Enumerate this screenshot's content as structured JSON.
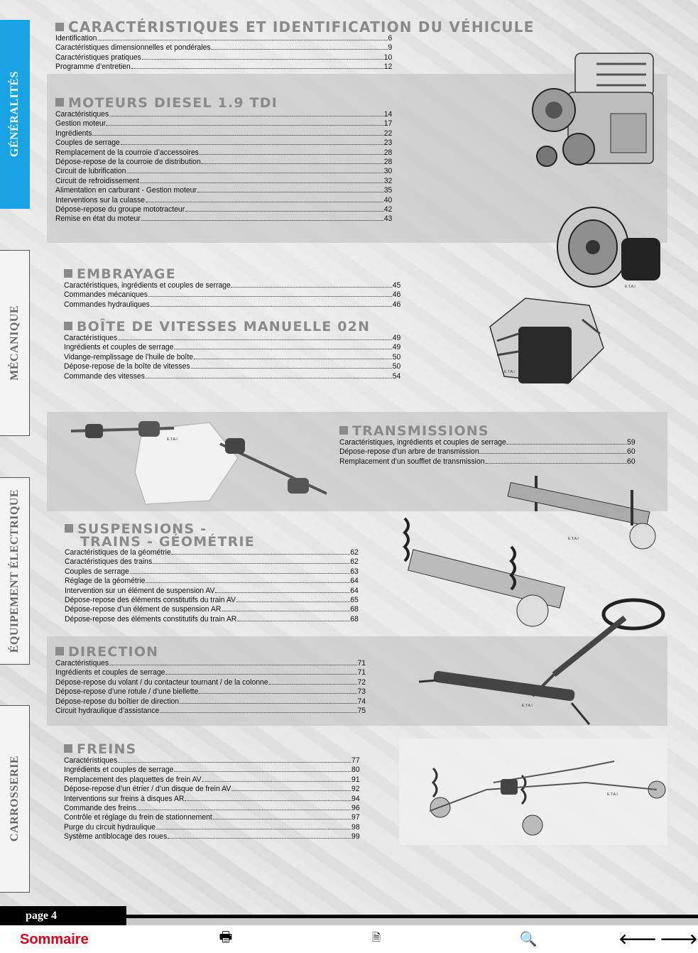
{
  "sidebar": {
    "tabs": [
      {
        "label": "GÉNÉRALITÉS",
        "active": true
      },
      {
        "label": "MÉCANIQUE",
        "active": false
      },
      {
        "label": "ÉQUIPEMENT ÉLECTRIQUE",
        "active": false
      },
      {
        "label": "CARROSSERIE",
        "active": false
      }
    ],
    "active_color": "#1aa3e4"
  },
  "sections": {
    "identification": {
      "title": "CARACTÉRISTIQUES ET IDENTIFICATION DU VÉHICULE",
      "items": [
        {
          "label": "Identification",
          "page": "6"
        },
        {
          "label": "Caractéristiques dimensionnelles et pondérales",
          "page": "9"
        },
        {
          "label": "Caractéristiques pratiques",
          "page": "10"
        },
        {
          "label": "Programme d’entretien",
          "page": "12"
        }
      ]
    },
    "moteurs": {
      "title": "MOTEURS DIESEL 1.9 TDI",
      "items": [
        {
          "label": "Caractéristiques",
          "page": "14"
        },
        {
          "label": "Gestion moteur",
          "page": "17"
        },
        {
          "label": "Ingrédients",
          "page": "22"
        },
        {
          "label": "Couples de serrage",
          "page": "23"
        },
        {
          "label": "Remplacement de la courroie d’accessoires",
          "page": "28"
        },
        {
          "label": "Dépose-repose de la courroie de distribution",
          "page": "28"
        },
        {
          "label": "Circuit de lubrification",
          "page": "30"
        },
        {
          "label": "Circuit de refroidissement",
          "page": "32"
        },
        {
          "label": "Alimentation en carburant - Gestion moteur",
          "page": "35"
        },
        {
          "label": "Interventions sur la culasse",
          "page": "40"
        },
        {
          "label": "Dépose-repose du groupe mototracteur",
          "page": "42"
        },
        {
          "label": "Remise en état du moteur",
          "page": "43"
        }
      ]
    },
    "embrayage": {
      "title": "EMBRAYAGE",
      "items": [
        {
          "label": "Caractéristiques, ingrédients et couples de serrage",
          "page": "45"
        },
        {
          "label": "Commandes mécaniques",
          "page": "46"
        },
        {
          "label": "Commandes hydrauliques",
          "page": "46"
        }
      ]
    },
    "boite": {
      "title": "BOÎTE DE VITESSES MANUELLE 02N",
      "items": [
        {
          "label": "Caractéristiques",
          "page": "49"
        },
        {
          "label": "Ingrédients et couples de serrage",
          "page": "49"
        },
        {
          "label": "Vidange-remplissage de l’huile de boîte",
          "page": "50"
        },
        {
          "label": "Dépose-repose de la boîte de vitesses",
          "page": "50"
        },
        {
          "label": "Commande des vitesses",
          "page": "54"
        }
      ]
    },
    "transmissions": {
      "title": "TRANSMISSIONS",
      "items": [
        {
          "label": "Caractéristiques, ingrédients et couples de serrage",
          "page": "59"
        },
        {
          "label": "Dépose-repose d’un arbre de transmission",
          "page": "60"
        },
        {
          "label": "Remplacement d’un soufflet de transmission",
          "page": "60"
        }
      ]
    },
    "suspensions": {
      "title_line1": "SUSPENSIONS -",
      "title_line2": "TRAINS - GÉOMÉTRIE",
      "items": [
        {
          "label": "Caractéristiques de la géométrie",
          "page": "62"
        },
        {
          "label": "Caractéristiques des trains",
          "page": "62"
        },
        {
          "label": "Couples de serrage",
          "page": "63"
        },
        {
          "label": "Réglage de la géométrie",
          "page": "64"
        },
        {
          "label": "Intervention sur un élément de suspension AV",
          "page": "64"
        },
        {
          "label": "Dépose-repose des éléments constitutifs du train AV",
          "page": "65"
        },
        {
          "label": "Dépose-repose d’un élément de suspension AR",
          "page": "68"
        },
        {
          "label": "Dépose-repose des éléments constitutifs du train AR",
          "page": "68"
        }
      ]
    },
    "direction": {
      "title": "DIRECTION",
      "items": [
        {
          "label": "Caractéristiques",
          "page": "71"
        },
        {
          "label": "Ingrédients et couples de serrage",
          "page": "71"
        },
        {
          "label": "Dépose-repose du volant / du contacteur tournant / de la colonne",
          "page": "72"
        },
        {
          "label": "Dépose-repose d’une rotule / d’une biellette",
          "page": "73"
        },
        {
          "label": "Dépose-repose du boîtier de direction",
          "page": "74"
        },
        {
          "label": "Circuit hydraulique d’assistance",
          "page": "75"
        }
      ]
    },
    "freins": {
      "title": "FREINS",
      "items": [
        {
          "label": "Caractéristiques",
          "page": "77"
        },
        {
          "label": "Ingrédients et couples de serrage",
          "page": "80"
        },
        {
          "label": "Remplacement des plaquettes de frein AV",
          "page": "91"
        },
        {
          "label": "Dépose-repose d’un étrier / d’un disque de frein AV",
          "page": "92"
        },
        {
          "label": "Interventions sur freins à disques AR",
          "page": "94"
        },
        {
          "label": "Commande des freins",
          "page": "96"
        },
        {
          "label": "Contrôle et réglage du frein de stationnement",
          "page": "97"
        },
        {
          "label": "Purge du circuit hydraulique",
          "page": "98"
        },
        {
          "label": "Système antiblocage des roues",
          "page": "99"
        }
      ]
    }
  },
  "illustration_marks": [
    "E.T.A.I"
  ],
  "footer": {
    "page_label": "page 4",
    "sommaire": "Sommaire",
    "sommaire_color": "#e2001a",
    "icons": [
      "print-icon",
      "page-icon",
      "binoculars-icon",
      "arrow-left-icon",
      "arrow-right-icon"
    ],
    "glyphs": {
      "print": "🖶",
      "page": "🗎",
      "find": "🔍",
      "prev": "🡐",
      "next": "🡒"
    }
  }
}
